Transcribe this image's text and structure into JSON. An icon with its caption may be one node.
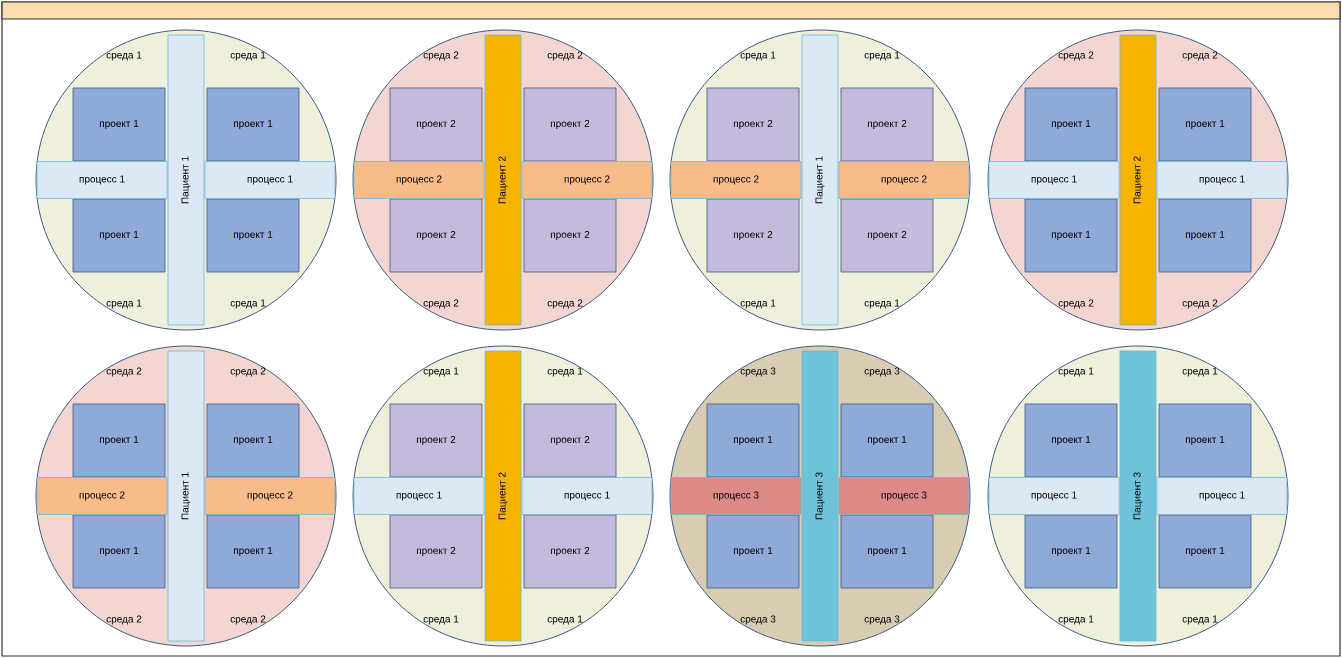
{
  "diagram": {
    "nodes": [
      {
        "text": [
          "среда 1",
          "среда 1",
          "среда 1",
          "среда 1"
        ]
      },
      {
        "text": [
          "проект 1"
        ],
        "in": 0
      },
      {
        "text": [
          "проект 1"
        ],
        "in": 0
      },
      {
        "text": [
          "проект 1"
        ],
        "in": 0
      },
      {
        "text": [
          "проект 1"
        ],
        "in": 0
      },
      {
        "text": [
          "процесс 1"
        ],
        "in": 0
      },
      {
        "text": [
          "процесс 1"
        ],
        "in": 0
      },
      {
        "text": [
          "Пациент 1"
        ],
        "in": 0
      },
      {
        "text": [
          "среда 2",
          "среда 2",
          "среда 2",
          "среда 2"
        ]
      },
      {
        "text": [
          "проект 2"
        ],
        "in": 8
      },
      {
        "text": [
          "проект 2"
        ],
        "in": 8
      },
      {
        "text": [
          "проект 2"
        ],
        "in": 8
      },
      {
        "text": [
          "проект 2"
        ],
        "in": 8
      },
      {
        "text": [
          "процесс 2"
        ],
        "in": 8
      },
      {
        "text": [
          "процесс 2"
        ],
        "in": 8
      },
      {
        "text": [
          "Пациент 2"
        ],
        "in": 8
      },
      {
        "text": [
          "среда 1",
          "среда 1",
          "среда 1",
          "среда 1"
        ]
      },
      {
        "text": [
          "проект 2"
        ],
        "in": 16
      },
      {
        "text": [
          "проект 2"
        ],
        "in": 16
      },
      {
        "text": [
          "проект 2"
        ],
        "in": 16
      },
      {
        "text": [
          "проект 2"
        ],
        "in": 16
      },
      {
        "text": [
          "процесс 2"
        ],
        "in": 16
      },
      {
        "text": [
          "процесс 2"
        ],
        "in": 16
      },
      {
        "text": [
          "Пациент 1"
        ],
        "in": 16
      },
      {
        "text": [
          "среда 2",
          "среда 2",
          "среда 2",
          "среда 2"
        ]
      },
      {
        "text": [
          "проект 1"
        ],
        "in": 24
      },
      {
        "text": [
          "проект 1"
        ],
        "in": 24
      },
      {
        "text": [
          "проект 1"
        ],
        "in": 24
      },
      {
        "text": [
          "проект 1"
        ],
        "in": 24
      },
      {
        "text": [
          "процесс 1"
        ],
        "in": 24
      },
      {
        "text": [
          "процесс 1"
        ],
        "in": 24
      },
      {
        "text": [
          "Пациент 2"
        ],
        "in": 24
      },
      {
        "text": [
          "среда 2",
          "среда 2",
          "среда 2",
          "среда 2"
        ]
      },
      {
        "text": [
          "проект 1"
        ],
        "in": 32
      },
      {
        "text": [
          "проект 1"
        ],
        "in": 32
      },
      {
        "text": [
          "проект 1"
        ],
        "in": 32
      },
      {
        "text": [
          "проект 1"
        ],
        "in": 32
      },
      {
        "text": [
          "процесс 2"
        ],
        "in": 32
      },
      {
        "text": [
          "процесс 2"
        ],
        "in": 32
      },
      {
        "text": [
          "Пациент 1"
        ],
        "in": 32
      },
      {
        "text": [
          "среда 1",
          "среда 1",
          "среда 1",
          "среда 1"
        ]
      },
      {
        "text": [
          "проект 2"
        ],
        "in": 40
      },
      {
        "text": [
          "проект 2"
        ],
        "in": 40
      },
      {
        "text": [
          "проект 2"
        ],
        "in": 40
      },
      {
        "text": [
          "проект 2"
        ],
        "in": 40
      },
      {
        "text": [
          "процесс 1"
        ],
        "in": 40
      },
      {
        "text": [
          "процесс 1"
        ],
        "in": 40
      },
      {
        "text": [
          "Пациент 2"
        ],
        "in": 40
      },
      {
        "text": [
          "среда 3",
          "среда 3",
          "среда 3",
          "среда 3"
        ]
      },
      {
        "text": [
          "проект 1"
        ],
        "in": 48
      },
      {
        "text": [
          "проект 1"
        ],
        "in": 48
      },
      {
        "text": [
          "проект 1"
        ],
        "in": 48
      },
      {
        "text": [
          "проект 1"
        ],
        "in": 48
      },
      {
        "text": [
          "процесс 3"
        ],
        "in": 48
      },
      {
        "text": [
          "процесс 3"
        ],
        "in": 48
      },
      {
        "text": [
          "Пациент 3"
        ],
        "in": 48
      },
      {
        "text": [
          "среда 1",
          "среда 1",
          "среда 1",
          "среда 1"
        ]
      },
      {
        "text": [
          "проект 1"
        ],
        "in": 56
      },
      {
        "text": [
          "проект 1"
        ],
        "in": 56
      },
      {
        "text": [
          "проект 1"
        ],
        "in": 56
      },
      {
        "text": [
          "проект 1"
        ],
        "in": 56
      },
      {
        "text": [
          "процесс 1"
        ],
        "in": 56
      },
      {
        "text": [
          "процесс 1"
        ],
        "in": 56
      },
      {
        "text": [
          "Пациент 3"
        ],
        "in": 56
      }
    ]
  }
}
